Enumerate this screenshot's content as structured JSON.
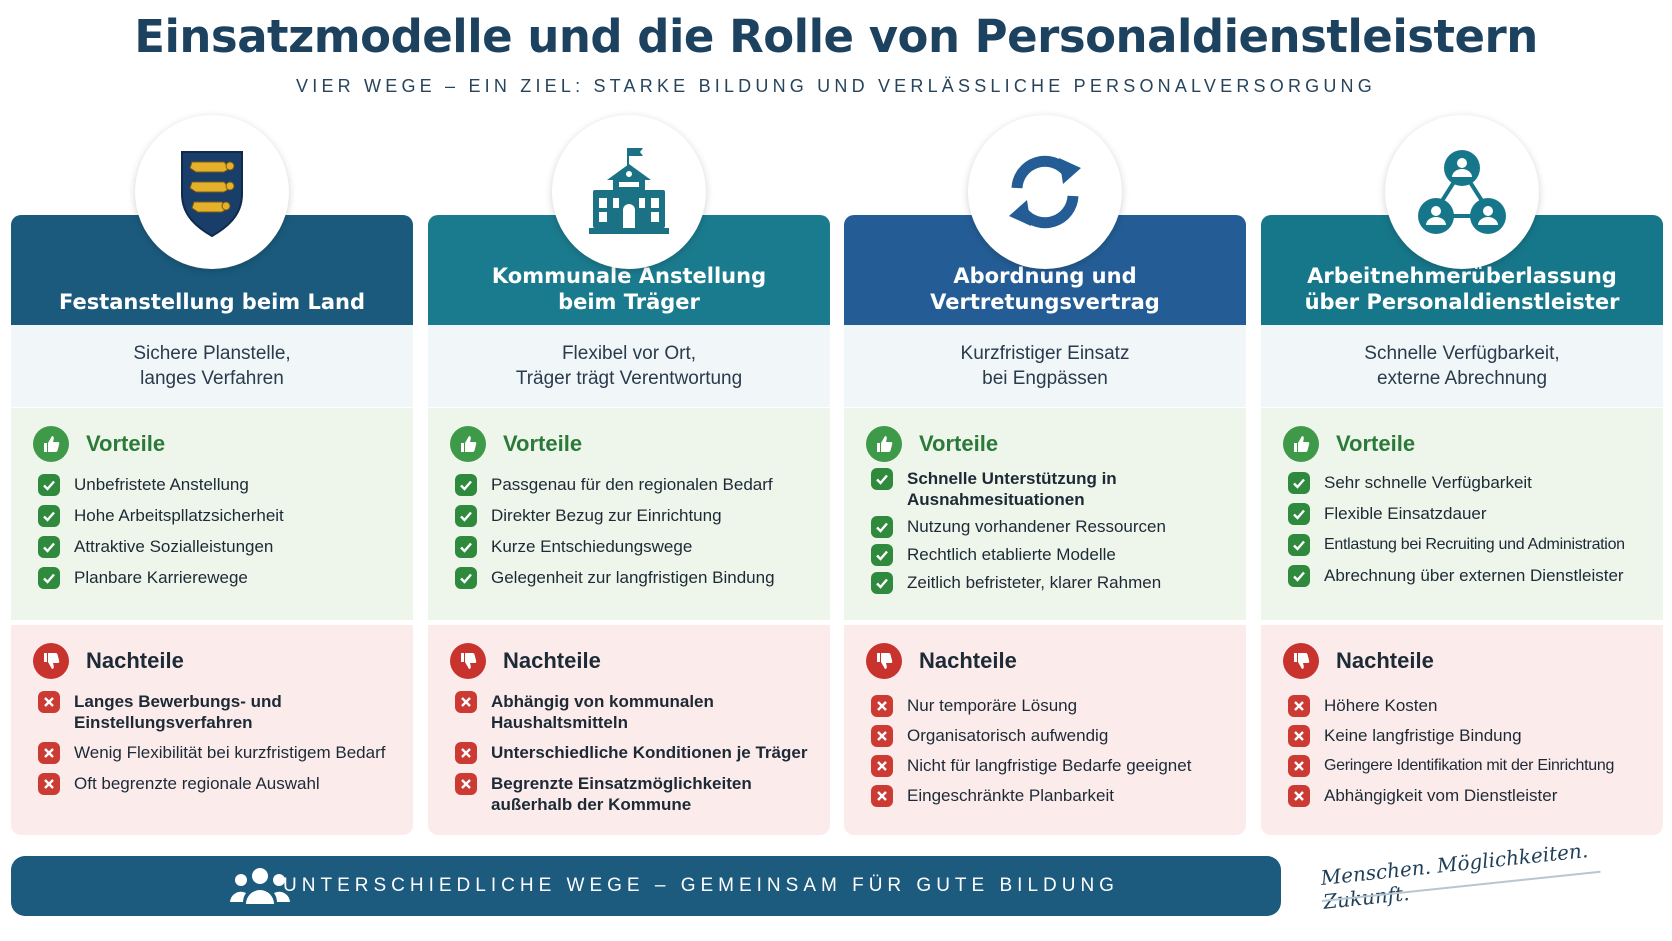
{
  "title": "Einsatzmodelle und die Rolle von Personaldienstleistern",
  "subtitle": "VIER WEGE – EIN ZIEL: STARKE BILDUNG UND VERLÄSSLICHE PERSONALVERSORGUNG",
  "pros_label": "Vorteile",
  "cons_label": "Nachteile",
  "columns": [
    {
      "icon": "coat-of-arms-icon",
      "title": "Festanstellung beim Land",
      "summary": "Sichere Planstelle,\nlanges Verfahren",
      "pros": [
        "Unbefristete Anstellung",
        "Hohe Arbeitspllatzsicherheit",
        "Attraktive Sozialleistungen",
        "Planbare Karrierewege"
      ],
      "cons": [
        "Langes Bewerbungs- und Einstellungsverfahren",
        "Wenig Flexibilität bei kurzfristigem Bedarf",
        "Oft begrenzte regionale Auswahl"
      ]
    },
    {
      "icon": "town-hall-icon",
      "title": "Kommunale Anstellung\nbeim Träger",
      "summary": "Flexibel vor Ort,\nTräger trägt Verentwortung",
      "pros": [
        "Passgenau für den regionalen Bedarf",
        "Direkter Bezug zur Einrichtung",
        "Kurze Entschiedungswege",
        "Gelegenheit zur langfristigen Bindung"
      ],
      "cons": [
        "Abhängig von kommunalen Haushaltsmitteln",
        "Unterschiedliche Konditionen je Träger",
        "Begrenzte Einsatzmöglichkeiten außerhalb der Kommune"
      ]
    },
    {
      "icon": "sync-arrows-icon",
      "title": "Abordnung und\nVertretungsvertrag",
      "summary": "Kurzfristiger Einsatz\nbei Engpässen",
      "pros": [
        "Schnelle Unterstützung in Ausnahmesituationen",
        "Nutzung vorhandener Ressourcen",
        "Rechtlich etablierte Modelle",
        "Zeitlich befristeter, klarer Rahmen"
      ],
      "cons": [
        "Nur temporäre Lösung",
        "Organisatorisch aufwendig",
        "Nicht für langfristige Bedarfe geeignet",
        "Eingeschränkte Planbarkeit"
      ]
    },
    {
      "icon": "network-people-icon",
      "title": "Arbeitnehmerüberlassung\nüber Personaldienstleister",
      "summary": "Schnelle Verfügbarkeit,\nexterne Abrechnung",
      "pros": [
        "Sehr schnelle Verfügbarkeit",
        "Flexible Einsatzdauer",
        "Entlastung bei Recruiting und Administration",
        "Abrechnung über externen Dienstleister"
      ],
      "cons": [
        "Höhere Kosten",
        "Keine langfristige Bindung",
        "Geringere Identifikation mit der Einrichtung",
        "Abhängigkeit vom Dienstleister"
      ]
    }
  ],
  "footer": {
    "text": "UNTERSCHIEDLICHE WEGE – GEMEINSAM FÜR GUTE BILDUNG",
    "icon": "group-people-icon",
    "slogan": "Menschen. Möglichkeiten. Zukunft."
  }
}
